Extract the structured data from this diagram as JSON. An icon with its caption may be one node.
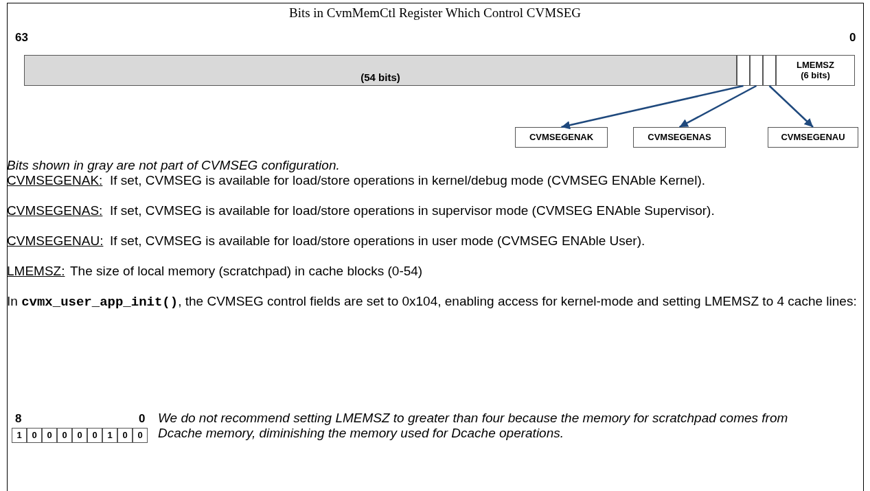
{
  "diagram": {
    "title": "Bits in CvmMemCtl Register Which Control CVMSEG",
    "nodes": [
      {
        "text": [
          "(54 bits)"
        ]
      },
      {
        "text": [],
        "shape": "box"
      },
      {
        "text": [],
        "shape": "box"
      },
      {
        "text": [],
        "shape": "box"
      },
      {
        "text": [
          "LMEMSZ",
          "(6 bits)"
        ]
      },
      {
        "text": [
          "CVMSEGENAK"
        ]
      },
      {
        "text": [
          "CVMSEGENAS"
        ]
      },
      {
        "text": [
          "CVMSEGENAU"
        ]
      }
    ],
    "edges": [
      {
        "from": 1,
        "to": 5,
        "arrow": "to"
      },
      {
        "from": 2,
        "to": 6,
        "arrow": "to"
      },
      {
        "from": 3,
        "to": 7,
        "arrow": "to"
      }
    ],
    "labels": [
      "63",
      "0",
      "Bits shown in gray are not part of CVMSEG configuration.",
      "CVMSEGENAK:",
      "If set, CVMSEG is available for load/store operations in kernel/debug mode (CVMSEG ENAble Kernel).",
      "CVMSEGENAS:",
      "If set, CVMSEG is available for load/store operations in supervisor mode (CVMSEG ENAble Supervisor).",
      "CVMSEGENAU:",
      "If set, CVMSEG is available for load/store operations in user mode (CVMSEG ENAble User).",
      "LMEMSZ:",
      "The size of local memory (scratchpad) in cache blocks (0-54)",
      "In **cvmx_user_app_init()**, the CVMSEG control fields are set to 0x104, enabling access for kernel-mode and setting LMEMSZ to 4 cache lines:",
      "8",
      "0",
      "1",
      "0",
      "0",
      "0",
      "0",
      "0",
      "1",
      "0",
      "0",
      "We do not recommend setting LMEMSZ to greater than four because the memory for scratchpad comes from Dcache memory, diminishing the memory used for Dcache operations."
    ]
  }
}
